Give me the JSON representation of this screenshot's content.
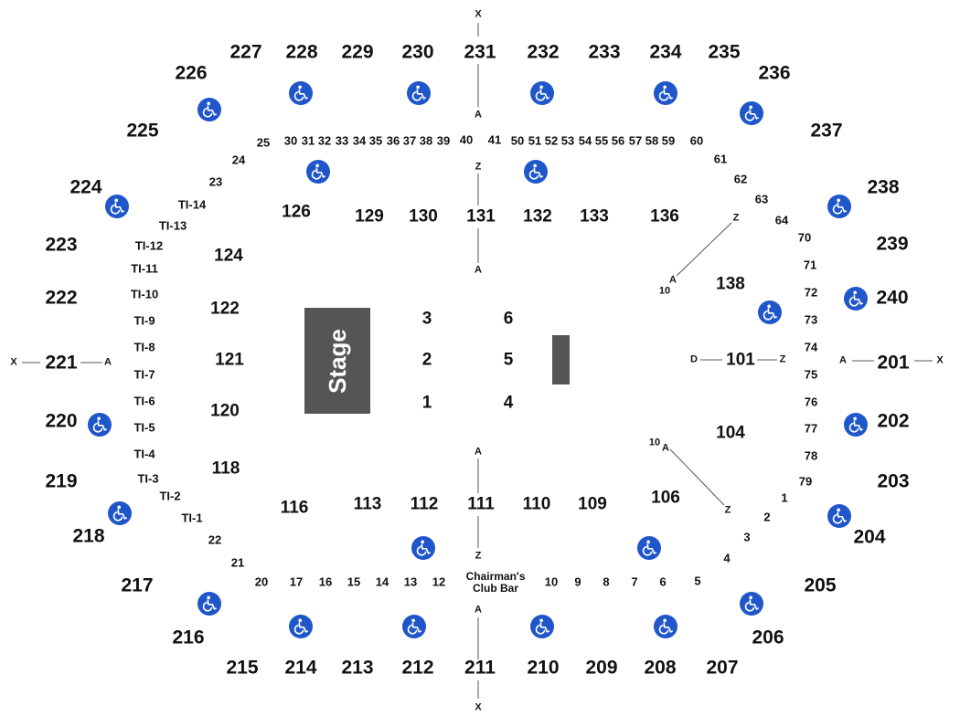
{
  "colors": {
    "accessible": "#1f56c9",
    "stage": "#555555",
    "text": "#111111"
  },
  "stage": {
    "label": "Stage"
  },
  "club_bar": {
    "line1": "Chairman's",
    "line2": "Club Bar"
  },
  "floor_sections": [
    "1",
    "2",
    "3",
    "4",
    "5",
    "6"
  ],
  "sections_100": [
    "101",
    "104",
    "106",
    "109",
    "110",
    "111",
    "112",
    "113",
    "116",
    "118",
    "120",
    "121",
    "122",
    "124",
    "126",
    "129",
    "130",
    "131",
    "132",
    "133",
    "136",
    "138"
  ],
  "sections_200": [
    "201",
    "202",
    "203",
    "204",
    "205",
    "206",
    "207",
    "208",
    "209",
    "210",
    "211",
    "212",
    "213",
    "214",
    "215",
    "216",
    "217",
    "218",
    "219",
    "220",
    "221",
    "222",
    "223",
    "224",
    "225",
    "226",
    "227",
    "228",
    "229",
    "230",
    "231",
    "232",
    "233",
    "234",
    "235",
    "236",
    "237",
    "238",
    "239",
    "240"
  ],
  "boxes": [
    "1",
    "2",
    "3",
    "4",
    "5",
    "6",
    "7",
    "8",
    "9",
    "10",
    "12",
    "13",
    "14",
    "15",
    "16",
    "17",
    "20",
    "21",
    "22",
    "23",
    "24",
    "25",
    "30",
    "31",
    "32",
    "33",
    "34",
    "35",
    "36",
    "37",
    "38",
    "39",
    "40",
    "41",
    "50",
    "51",
    "52",
    "53",
    "54",
    "55",
    "56",
    "57",
    "58",
    "59",
    "60",
    "61",
    "62",
    "63",
    "64",
    "70",
    "71",
    "72",
    "73",
    "74",
    "75",
    "76",
    "77",
    "78",
    "79"
  ],
  "ti_boxes": [
    "TI-1",
    "TI-2",
    "TI-3",
    "TI-4",
    "TI-5",
    "TI-6",
    "TI-7",
    "TI-8",
    "TI-9",
    "TI-10",
    "TI-11",
    "TI-12",
    "TI-13",
    "TI-14"
  ],
  "row_markers": [
    "X",
    "A",
    "Z",
    "D",
    "10"
  ],
  "accessible_icon": "wheelchair-icon"
}
